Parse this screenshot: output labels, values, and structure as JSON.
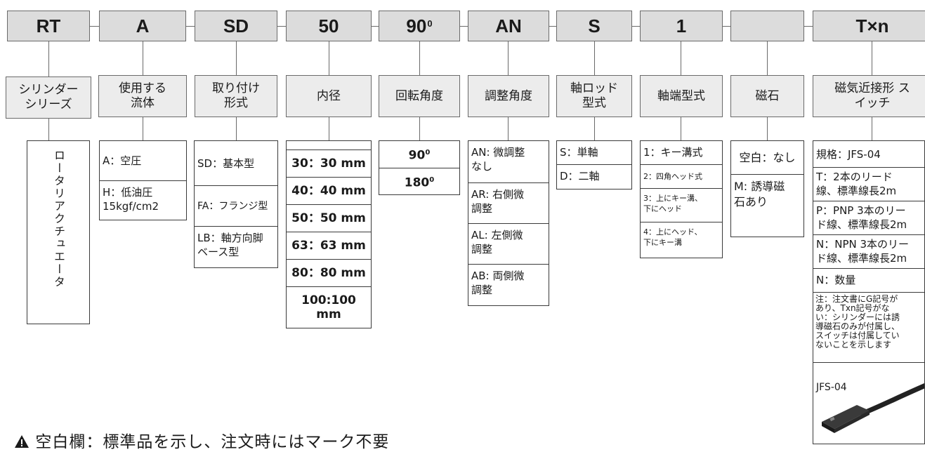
{
  "codes": [
    "RT",
    "A",
    "SD",
    "50",
    "90",
    "AN",
    "S",
    "1",
    "",
    "T×n"
  ],
  "angle_sup": "0",
  "categories": [
    "シリンダー\nシリーズ",
    "使用する\n流体",
    "取り付け\n形式",
    "内径",
    "回転角度",
    "調整角度",
    "軸ロッド\n型式",
    "軸端型式",
    "磁石",
    "磁気近接形 ス\nイッチ"
  ],
  "series_name": "ロータリアクチュエータ",
  "fluid": [
    "A：空圧",
    "H：低油圧\n  15kgf/cm2"
  ],
  "mount": [
    "SD：基本型",
    "FA：フランジ型",
    "LB：軸方向脚\n    ベース型"
  ],
  "bore": [
    "30：30 mm",
    "40：40 mm",
    "50：50 mm",
    "63：63 mm",
    "80：80 mm",
    "100:100 mm"
  ],
  "angles": [
    "90",
    "180"
  ],
  "adjust": [
    "AN: 微調整\nなし",
    "AR: 右側微\n調整",
    "AL: 左側微\n調整",
    "AB: 両側微\n調整"
  ],
  "rod": [
    "S：単軸",
    "D：二軸"
  ],
  "shaft_end": [
    "1：キー溝式",
    "2：四角ヘッド式",
    "3：上にキー溝、\n下にヘッド",
    "4：上にヘッド、\n下にキー溝"
  ],
  "magnet": [
    "空白：なし",
    "M: 誘導磁\n石あり"
  ],
  "switch": [
    "規格：JFS-04",
    "T：2本のリード\n線、標準線長2m",
    "P：PNP 3本のリー\nド線、標準線長2m",
    "N：NPN 3本のリー\nド線、標準線長2m",
    "N：数量"
  ],
  "switch_note": "注：注文書にG記号が\nあり、Txn記号がな\nい：シリンダーには誘\n導磁石のみが付属し、\nスイッチは付属してい\nないことを示します",
  "switch_model": "JFS-04",
  "footer_text": "空白欄：標準品を示し、注文時にはマーク不要",
  "colors": {
    "code_bg": "#dcdcdc",
    "cat_bg": "#ececec",
    "line": "#6a6a6a"
  }
}
